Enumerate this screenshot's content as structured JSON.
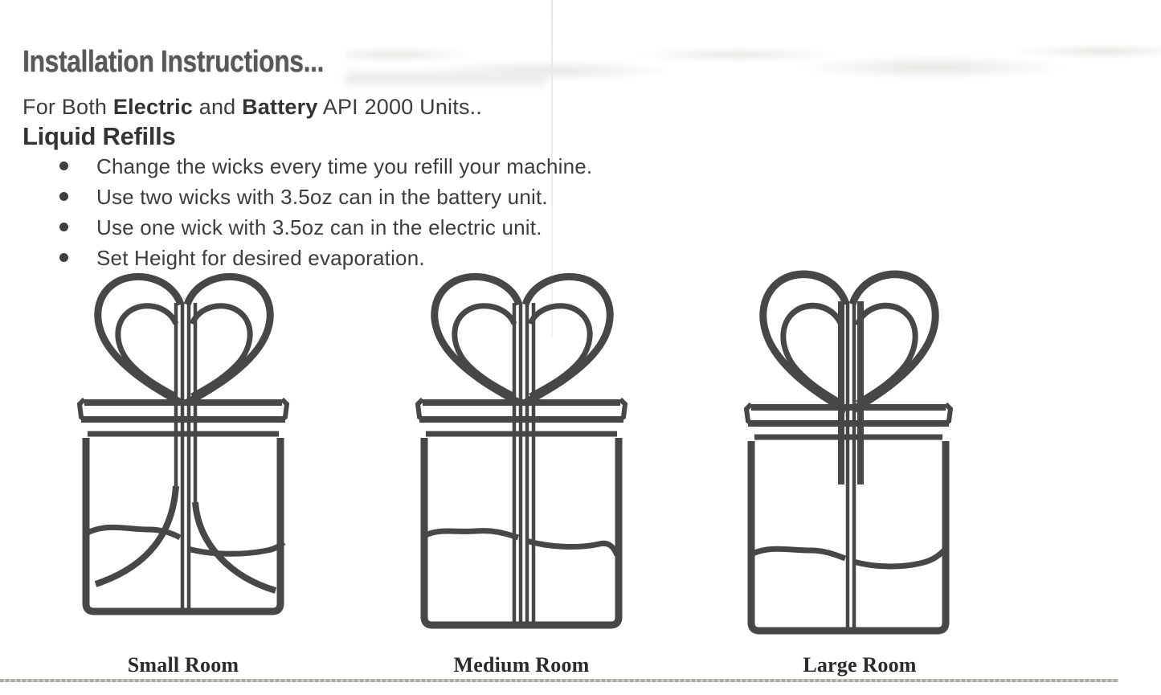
{
  "document": {
    "title": "Installation Instructions...",
    "intro": {
      "pre": "For Both ",
      "electric": "Electric",
      "and": " and ",
      "battery": "Battery",
      "post": " API 2000 Units.."
    },
    "section_title": "Liquid Refills",
    "bullets": [
      "Change the wicks every time you refill your machine.",
      "Use two wicks with 3.5oz can in the battery unit.",
      "Use one wick with 3.5oz can in the electric unit.",
      "Set Height for desired evaporation."
    ],
    "figures": [
      {
        "label": "Small Room",
        "icon": "jar-with-folded-wicks-set-low"
      },
      {
        "label": "Medium Room",
        "icon": "jar-with-folded-wicks-set-middle"
      },
      {
        "label": "Large Room",
        "icon": "jar-with-folded-wicks-set-high"
      }
    ],
    "colors": {
      "ink": "#474747",
      "heading": "#585858",
      "body_text": "#3d3d3d",
      "caption": "#2b2b2b",
      "rule": "#9e9a94",
      "background": "#ffffff"
    }
  }
}
